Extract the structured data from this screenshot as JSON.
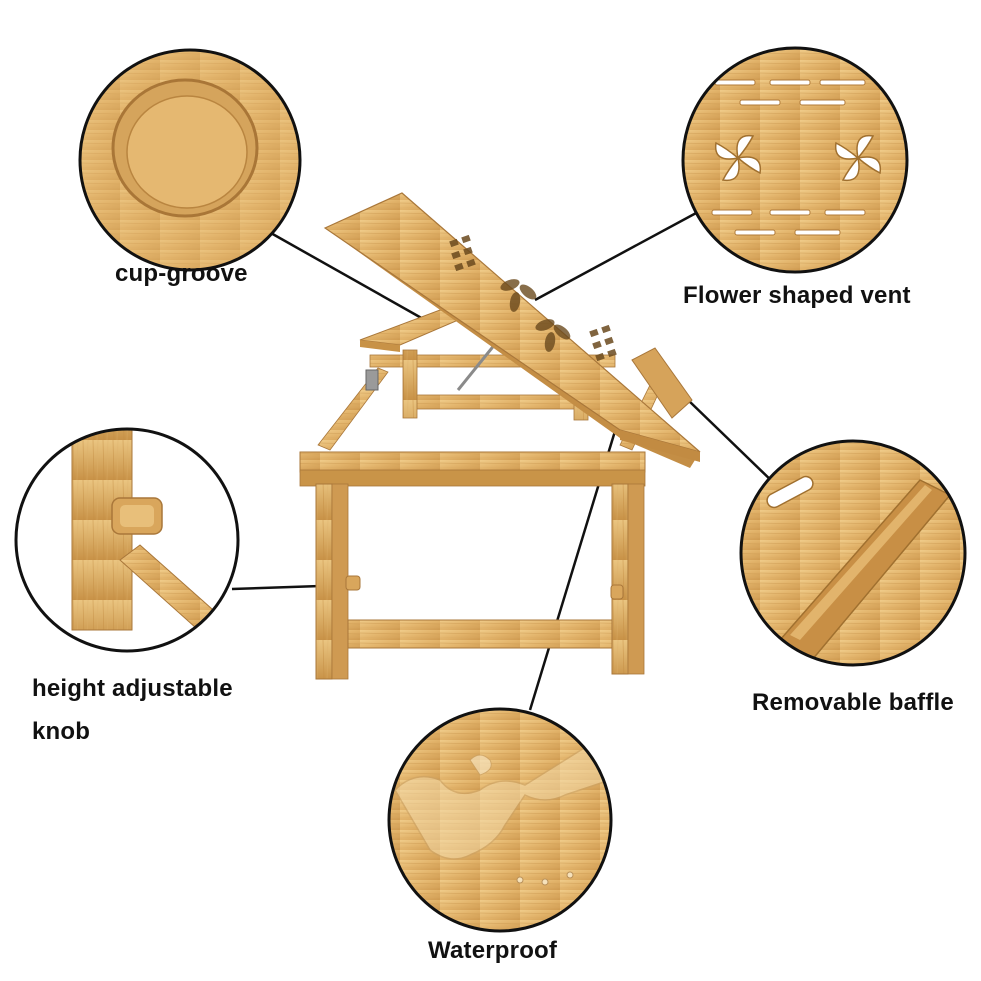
{
  "labels": {
    "cup_groove": "cup-groove",
    "flower_vent": "Flower shaped vent",
    "height_knob_line1": "height adjustable",
    "height_knob_line2": "knob",
    "removable_baffle": "Removable baffle",
    "waterproof": "Waterproof"
  },
  "colors": {
    "bamboo_light": "#e9c07a",
    "bamboo_mid": "#d7a75c",
    "bamboo_dark": "#b98540",
    "outline": "#111111",
    "background": "#ffffff"
  }
}
